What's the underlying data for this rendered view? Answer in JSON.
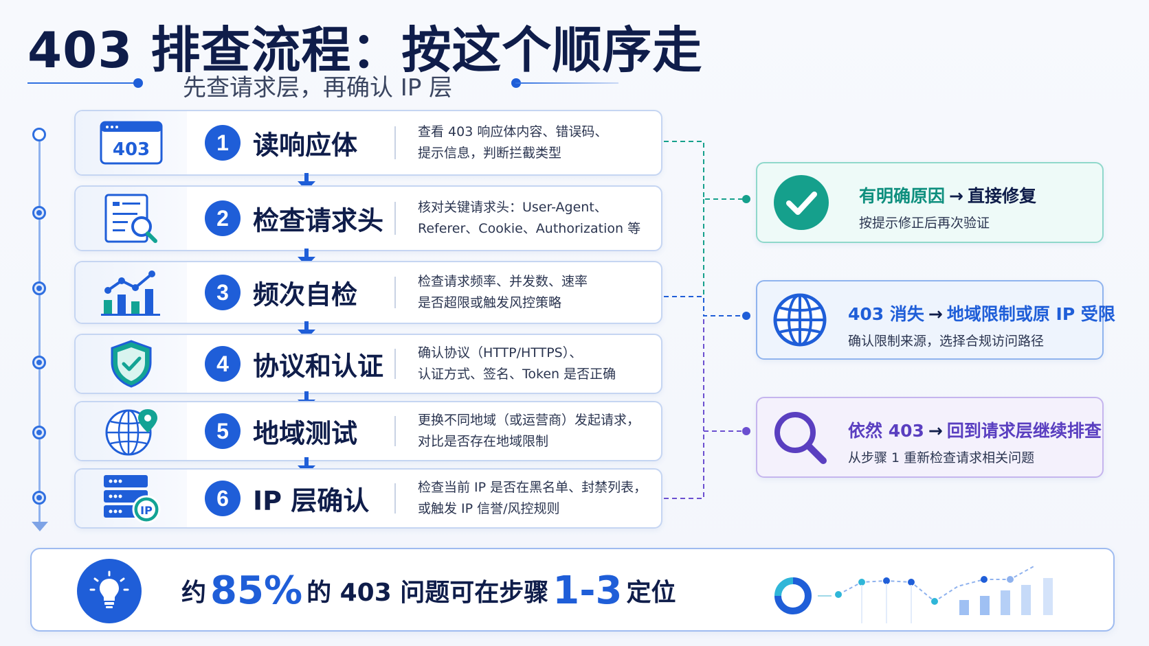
{
  "header": {
    "title": "403 排查流程：按这个顺序走",
    "subtitle": "先查请求层，再确认 IP 层"
  },
  "steps": [
    {
      "number": "1",
      "name": "读响应体",
      "desc_line1": "查看 403 响应体内容、错误码、",
      "desc_line2": "提示信息，判断拦截类型",
      "icon": "browser-403-icon",
      "icon_text": "403"
    },
    {
      "number": "2",
      "name": "检查请求头",
      "desc_line1": "核对关键请求头：User-Agent、",
      "desc_line2": "Referer、Cookie、Authorization 等",
      "icon": "document-search-icon"
    },
    {
      "number": "3",
      "name": "频次自检",
      "desc_line1": "检查请求频率、并发数、速率",
      "desc_line2": "是否超限或触发风控策略",
      "icon": "bar-chart-trend-icon"
    },
    {
      "number": "4",
      "name": "协议和认证",
      "desc_line1": "确认协议（HTTP/HTTPS）、",
      "desc_line2": "认证方式、签名、Token 是否正确",
      "icon": "shield-check-icon"
    },
    {
      "number": "5",
      "name": "地域测试",
      "desc_line1": "更换不同地域（或运营商）发起请求，",
      "desc_line2": "对比是否存在地域限制",
      "icon": "globe-pin-icon"
    },
    {
      "number": "6",
      "name": "IP 层确认",
      "desc_line1": "检查当前 IP 是否在黑名单、封禁列表，",
      "desc_line2": "或触发 IP 信誉/风控规则",
      "icon": "server-ip-icon",
      "icon_text": "IP"
    }
  ],
  "results": [
    {
      "head": "有明确原因",
      "arrow": "→",
      "tail": "直接修复",
      "desc": "按提示修正后再次验证",
      "icon": "check-circle-icon",
      "color": "#15a08c"
    },
    {
      "head": "403 消失",
      "arrow": "→",
      "tail": "地域限制或原 IP 受限",
      "desc": "确认限制来源，选择合规访问路径",
      "icon": "globe-icon",
      "color": "#1f5ed8"
    },
    {
      "head": "依然 403",
      "arrow": "→",
      "tail": "回到请求层继续排查",
      "desc": "从步骤 1 重新检查请求相关问题",
      "icon": "magnifier-icon",
      "color": "#5a3fc0"
    }
  ],
  "banner": {
    "prefix": "约",
    "percent": "85%",
    "middle": "的 403 问题可在步骤",
    "range": "1-3",
    "suffix": "定位"
  }
}
